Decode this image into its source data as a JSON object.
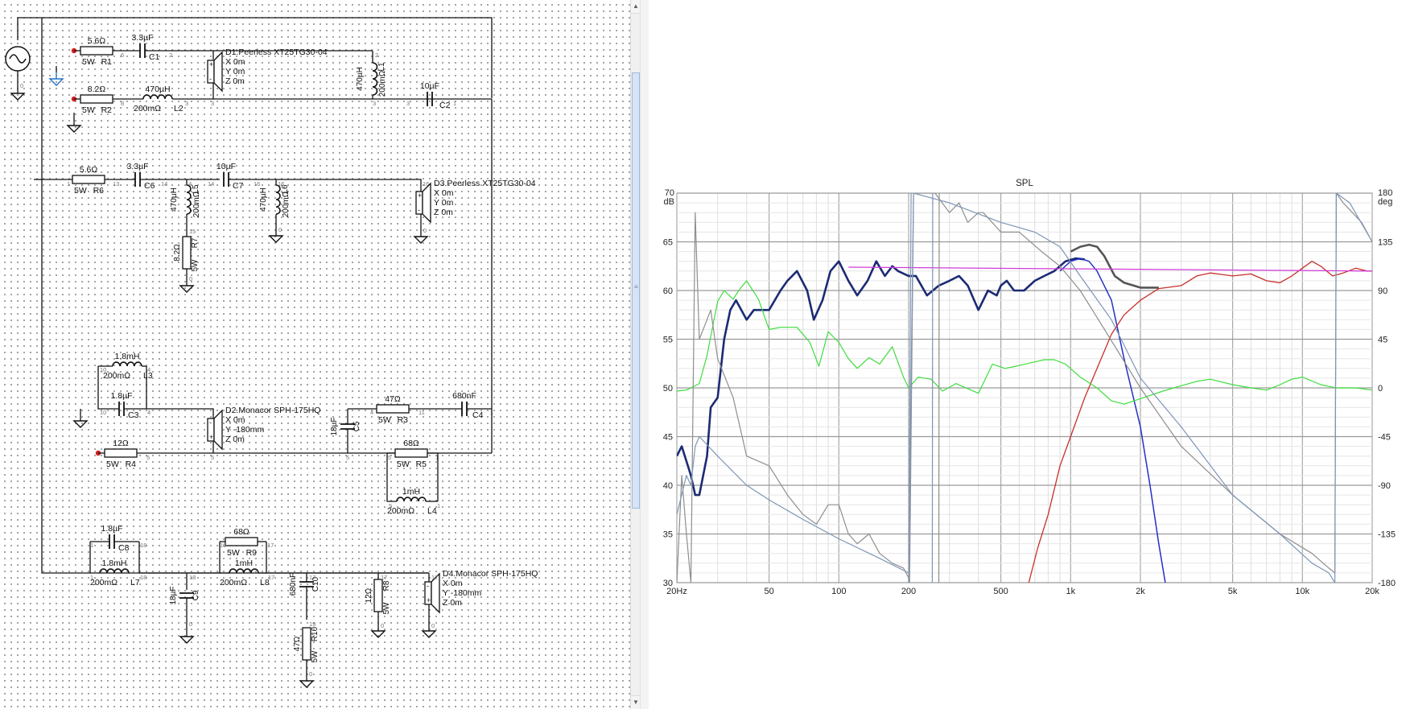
{
  "schematic": {
    "parts": [
      {
        "ref": "R1",
        "value": "5.6Ω",
        "power": "5W"
      },
      {
        "ref": "C1",
        "value": "3.3µF"
      },
      {
        "ref": "R2",
        "value": "8.2Ω",
        "power": "5W"
      },
      {
        "ref": "L2",
        "value": "470µH",
        "resistance": "200mΩ"
      },
      {
        "ref": "L1",
        "value": "470µH",
        "resistance": "200mΩ"
      },
      {
        "ref": "C2",
        "value": "10µF"
      },
      {
        "ref": "R6",
        "value": "5.6Ω",
        "power": "5W"
      },
      {
        "ref": "C6",
        "value": "3.3µF"
      },
      {
        "ref": "C7",
        "value": "10µF"
      },
      {
        "ref": "L5",
        "value": "470µH",
        "resistance": "200mΩ"
      },
      {
        "ref": "L6",
        "value": "470µH",
        "resistance": "200mΩ"
      },
      {
        "ref": "R7",
        "value": "8.2Ω",
        "power": "5W"
      },
      {
        "ref": "L3",
        "value": "1.8mH",
        "resistance": "200mΩ"
      },
      {
        "ref": "C3",
        "value": "1.8µF"
      },
      {
        "ref": "R4",
        "value": "12Ω",
        "power": "5W"
      },
      {
        "ref": "C5",
        "value": "18µF"
      },
      {
        "ref": "R3",
        "value": "47Ω",
        "power": "5W"
      },
      {
        "ref": "C4",
        "value": "680nF"
      },
      {
        "ref": "R5",
        "value": "68Ω",
        "power": "5W"
      },
      {
        "ref": "L4",
        "value": "1mH",
        "resistance": "200mΩ"
      },
      {
        "ref": "C8",
        "value": "1.8µF"
      },
      {
        "ref": "L7",
        "value": "1.8mH",
        "resistance": "200mΩ"
      },
      {
        "ref": "C9",
        "value": "18µF"
      },
      {
        "ref": "R9",
        "value": "68Ω",
        "power": "5W"
      },
      {
        "ref": "L8",
        "value": "1mH",
        "resistance": "200mΩ"
      },
      {
        "ref": "C10",
        "value": "680nF"
      },
      {
        "ref": "R10",
        "value": "47Ω",
        "power": "5W"
      },
      {
        "ref": "R8",
        "value": "12Ω",
        "power": "5W"
      }
    ],
    "drivers": [
      {
        "name": "D1.Peerless XT25TG30-04",
        "x": "X 0m",
        "y": "Y 0m",
        "z": "Z 0m"
      },
      {
        "name": "D3.Peerless XT25TG30-04",
        "x": "X 0m",
        "y": "Y 0m",
        "z": "Z 0m"
      },
      {
        "name": "D2.Monacor SPH-175HQ",
        "x": "X 0m",
        "y": "Y -180mm",
        "z": "Z 0m"
      },
      {
        "name": "D4.Monacor SPH-175HQ",
        "x": "X 0m",
        "y": "Y -180mm",
        "z": "Z 0m"
      }
    ],
    "node_numbers": [
      "0",
      "1",
      "2",
      "3",
      "4",
      "5",
      "6",
      "8",
      "10",
      "11",
      "12",
      "13",
      "14",
      "15",
      "16",
      "17",
      "18",
      "19"
    ]
  },
  "scrollbar": {
    "up_arrow": "▲",
    "down_arrow": "▼",
    "grip": "≡"
  },
  "chart": {
    "title": "SPL",
    "left_unit_top": "70",
    "left_unit": "dB",
    "right_unit_top": "180",
    "right_unit": "deg",
    "left_ticks": [
      "70",
      "65",
      "60",
      "55",
      "50",
      "45",
      "40",
      "35",
      "30"
    ],
    "right_ticks": [
      "180",
      "135",
      "90",
      "45",
      "0",
      "-45",
      "-90",
      "-135",
      "-180"
    ],
    "x_ticks": [
      "20Hz",
      "50",
      "100",
      "200",
      "500",
      "1k",
      "2k",
      "5k",
      "10k",
      "20k"
    ]
  },
  "chart_data": {
    "type": "line",
    "title": "SPL",
    "xlabel": "",
    "ylabel": "dB",
    "y2label": "deg",
    "xscale": "log",
    "xlim": [
      20,
      20000
    ],
    "ylim": [
      30,
      70
    ],
    "y2lim": [
      -180,
      180
    ],
    "grid": true,
    "colors": {
      "navy": "#1c2a73",
      "blue": "#2530c8",
      "gray": "#8e8e8e",
      "steel": "#7d95b6",
      "red": "#c6302a",
      "darkgray": "#555555",
      "magenta": "#d23ad8",
      "green": "#3ddc3d"
    },
    "series": [
      {
        "color": "navy",
        "axis": "left",
        "points": [
          [
            20,
            43
          ],
          [
            21,
            44
          ],
          [
            23,
            41
          ],
          [
            24,
            39
          ],
          [
            25,
            39
          ],
          [
            27,
            43
          ],
          [
            28,
            48
          ],
          [
            30,
            49
          ],
          [
            32,
            55
          ],
          [
            34,
            58
          ],
          [
            36,
            59
          ],
          [
            40,
            57
          ],
          [
            43,
            58
          ],
          [
            50,
            58
          ],
          [
            56,
            60
          ],
          [
            60,
            61
          ],
          [
            66,
            62
          ],
          [
            73,
            60
          ],
          [
            78,
            57
          ],
          [
            85,
            59
          ],
          [
            92,
            62
          ],
          [
            100,
            63
          ],
          [
            110,
            61
          ],
          [
            120,
            59.5
          ],
          [
            133,
            61
          ],
          [
            145,
            63
          ],
          [
            158,
            61.5
          ],
          [
            170,
            62.5
          ],
          [
            180,
            62
          ],
          [
            200,
            61.5
          ],
          [
            215,
            61.5
          ],
          [
            240,
            59.5
          ],
          [
            270,
            60.5
          ],
          [
            300,
            61
          ],
          [
            330,
            61.5
          ],
          [
            360,
            60.5
          ],
          [
            400,
            58
          ],
          [
            440,
            60
          ],
          [
            480,
            59.5
          ],
          [
            500,
            60.5
          ],
          [
            530,
            61
          ],
          [
            570,
            60
          ],
          [
            630,
            60
          ],
          [
            700,
            61
          ],
          [
            770,
            61.5
          ],
          [
            850,
            62
          ],
          [
            950,
            63
          ],
          [
            1050,
            63.3
          ],
          [
            1150,
            63.2
          ]
        ]
      },
      {
        "color": "blue",
        "axis": "left",
        "points": [
          [
            900,
            62
          ],
          [
            1000,
            63
          ],
          [
            1100,
            63.3
          ],
          [
            1200,
            63
          ],
          [
            1300,
            62
          ],
          [
            1500,
            59
          ],
          [
            1700,
            53
          ],
          [
            2000,
            46
          ],
          [
            2200,
            40
          ],
          [
            2400,
            34
          ],
          [
            2560,
            30
          ]
        ]
      },
      {
        "color": "darkgray",
        "axis": "left",
        "points": [
          [
            1000,
            64
          ],
          [
            1100,
            64.5
          ],
          [
            1200,
            64.7
          ],
          [
            1300,
            64.5
          ],
          [
            1400,
            63.5
          ],
          [
            1550,
            61.5
          ],
          [
            1700,
            60.8
          ],
          [
            2000,
            60.3
          ],
          [
            2400,
            60.3
          ]
        ]
      },
      {
        "color": "red",
        "axis": "left",
        "points": [
          [
            660,
            30
          ],
          [
            720,
            33.5
          ],
          [
            800,
            37
          ],
          [
            900,
            42
          ],
          [
            1000,
            45
          ],
          [
            1150,
            49
          ],
          [
            1300,
            52
          ],
          [
            1500,
            55.5
          ],
          [
            1700,
            57.5
          ],
          [
            2000,
            59
          ],
          [
            2400,
            60.2
          ],
          [
            3000,
            60.5
          ],
          [
            3500,
            61.5
          ],
          [
            4000,
            61.8
          ],
          [
            5000,
            61.5
          ],
          [
            6000,
            61.7
          ],
          [
            7000,
            61
          ],
          [
            8000,
            60.8
          ],
          [
            9000,
            61.5
          ],
          [
            10000,
            62.3
          ],
          [
            11000,
            63
          ],
          [
            12000,
            62.5
          ],
          [
            13500,
            61.5
          ],
          [
            15000,
            61.8
          ],
          [
            17000,
            62.3
          ],
          [
            19000,
            62
          ],
          [
            20000,
            62
          ]
        ]
      },
      {
        "color": "magenta",
        "axis": "left",
        "points": [
          [
            110,
            62.4
          ],
          [
            20000,
            62
          ]
        ]
      },
      {
        "color": "green",
        "axis": "right",
        "points": [
          [
            20,
            -3
          ],
          [
            22,
            -2
          ],
          [
            25,
            4
          ],
          [
            27,
            30
          ],
          [
            30,
            80
          ],
          [
            32,
            90
          ],
          [
            35,
            82
          ],
          [
            37,
            90
          ],
          [
            40,
            99
          ],
          [
            45,
            82
          ],
          [
            50,
            54
          ],
          [
            56,
            56
          ],
          [
            66,
            56
          ],
          [
            75,
            42
          ],
          [
            82,
            20
          ],
          [
            90,
            52
          ],
          [
            100,
            42
          ],
          [
            110,
            27
          ],
          [
            120,
            18
          ],
          [
            135,
            28
          ],
          [
            150,
            22
          ],
          [
            170,
            38
          ],
          [
            190,
            10
          ],
          [
            200,
            0
          ],
          [
            220,
            10
          ],
          [
            250,
            8
          ],
          [
            280,
            -3
          ],
          [
            320,
            4
          ],
          [
            400,
            -5
          ],
          [
            460,
            22
          ],
          [
            520,
            18
          ],
          [
            580,
            20
          ],
          [
            700,
            24
          ],
          [
            770,
            26
          ],
          [
            850,
            26
          ],
          [
            950,
            22
          ],
          [
            1100,
            10
          ],
          [
            1300,
            0
          ],
          [
            1500,
            -12
          ],
          [
            1700,
            -15
          ],
          [
            2000,
            -10
          ],
          [
            2500,
            -3
          ],
          [
            3000,
            2
          ],
          [
            3500,
            6
          ],
          [
            4000,
            8
          ],
          [
            5000,
            3
          ],
          [
            6000,
            0
          ],
          [
            7000,
            -2
          ],
          [
            8000,
            3
          ],
          [
            9000,
            8
          ],
          [
            10000,
            10
          ],
          [
            12000,
            3
          ],
          [
            14000,
            0
          ],
          [
            17000,
            0
          ],
          [
            20000,
            -2
          ]
        ]
      },
      {
        "color": "gray",
        "axis": "left",
        "points": [
          [
            20,
            30
          ],
          [
            21,
            41
          ],
          [
            22,
            35
          ],
          [
            23,
            30
          ],
          [
            24,
            68
          ],
          [
            25,
            55
          ],
          [
            27,
            57
          ],
          [
            28,
            58
          ],
          [
            30,
            53
          ],
          [
            35,
            49
          ],
          [
            40,
            43
          ],
          [
            50,
            42
          ],
          [
            60,
            39
          ],
          [
            70,
            37
          ],
          [
            80,
            36
          ],
          [
            90,
            38
          ],
          [
            100,
            38
          ],
          [
            110,
            35
          ],
          [
            120,
            34
          ],
          [
            135,
            35
          ],
          [
            150,
            33
          ],
          [
            170,
            32
          ],
          [
            190,
            31.5
          ],
          [
            200,
            30.5
          ],
          [
            202,
            30
          ],
          [
            210,
            70
          ],
          [
            212,
            70
          ],
          [
            260,
            70
          ],
          [
            300,
            68
          ],
          [
            330,
            69
          ],
          [
            360,
            67
          ],
          [
            400,
            68
          ],
          [
            420,
            68
          ],
          [
            500,
            66
          ],
          [
            600,
            66
          ],
          [
            750,
            64
          ],
          [
            900,
            62.5
          ],
          [
            1100,
            60
          ],
          [
            1400,
            56
          ],
          [
            2000,
            50
          ],
          [
            3000,
            44
          ],
          [
            5000,
            39
          ],
          [
            8000,
            35
          ],
          [
            11000,
            33
          ],
          [
            13000,
            31.5
          ],
          [
            13800,
            31
          ],
          [
            14000,
            70
          ],
          [
            15000,
            69
          ],
          [
            18000,
            67
          ],
          [
            20000,
            65
          ]
        ]
      },
      {
        "color": "steel",
        "axis": "left",
        "points": [
          [
            20,
            37
          ],
          [
            22,
            41
          ],
          [
            23,
            40
          ],
          [
            24,
            44
          ],
          [
            25,
            45
          ],
          [
            30,
            43
          ],
          [
            40,
            40
          ],
          [
            50,
            38.5
          ],
          [
            70,
            36.5
          ],
          [
            100,
            34.5
          ],
          [
            150,
            32.5
          ],
          [
            200,
            31
          ],
          [
            210,
            70
          ],
          [
            300,
            69
          ],
          [
            500,
            67
          ],
          [
            700,
            66
          ],
          [
            900,
            64.5
          ],
          [
            1100,
            61.5
          ],
          [
            1500,
            57
          ],
          [
            2000,
            51
          ],
          [
            3000,
            46
          ],
          [
            5000,
            39
          ],
          [
            8000,
            35
          ],
          [
            11000,
            32
          ],
          [
            13000,
            31
          ],
          [
            13800,
            30
          ],
          [
            14000,
            70
          ],
          [
            16000,
            69
          ],
          [
            20000,
            65
          ]
        ]
      },
      {
        "color": "steel",
        "axis": "left",
        "points": [
          [
            200,
            30
          ],
          [
            205,
            70
          ]
        ]
      },
      {
        "color": "steel",
        "axis": "left",
        "points": [
          [
            253,
            30
          ],
          [
            254,
            70
          ]
        ]
      },
      {
        "color": "gray",
        "axis": "left",
        "points": [
          [
            270,
            30
          ],
          [
            271,
            70
          ]
        ]
      }
    ]
  }
}
